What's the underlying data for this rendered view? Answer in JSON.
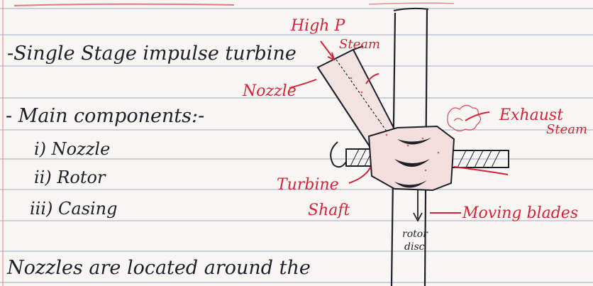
{
  "notes": {
    "heading": "-Single Stage impulse turbine",
    "subheading": "- Main components:-",
    "components": [
      "i) Nozzle",
      "ii) Rotor",
      "iii) Casing"
    ],
    "footer_line": "Nozzles are located around the"
  },
  "diagram": {
    "labels": {
      "high_p": "High P",
      "steam": "Steam",
      "nozzle": "Nozzle",
      "exhaust": "Exhaust",
      "exhaust_steam": "Steam",
      "turbine": "Turbine",
      "shaft": "Shaft",
      "moving_blades": "Moving blades",
      "rotor_disc_1": "rotor",
      "rotor_disc_2": "disc"
    }
  },
  "colors": {
    "paper": "#f8f6f3",
    "rule_line": "#9aa6c4",
    "margin_line": "#e37a86",
    "ink_black": "#1f1f2a",
    "ink_red": "#d2243a"
  }
}
